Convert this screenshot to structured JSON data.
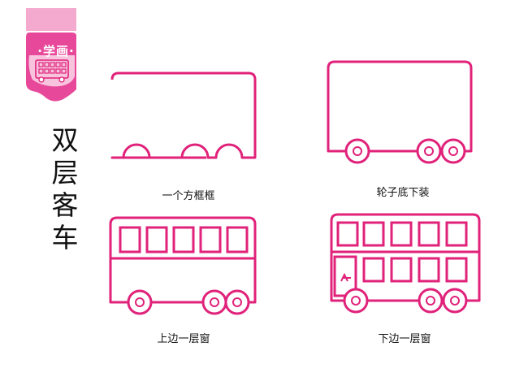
{
  "badge": {
    "label": "·学画·"
  },
  "title_chars": [
    "双",
    "层",
    "客",
    "车"
  ],
  "colors": {
    "accent": "#e0227a",
    "badge_fill": "#e8489a",
    "badge_light": "#f7c3dd"
  },
  "icons": {
    "badge_bus": "double-decker-bus-icon"
  },
  "steps": [
    {
      "caption": "一个方框框"
    },
    {
      "caption": "轮子底下装"
    },
    {
      "caption": "上边一层窗"
    },
    {
      "caption": "下边一层窗"
    }
  ]
}
